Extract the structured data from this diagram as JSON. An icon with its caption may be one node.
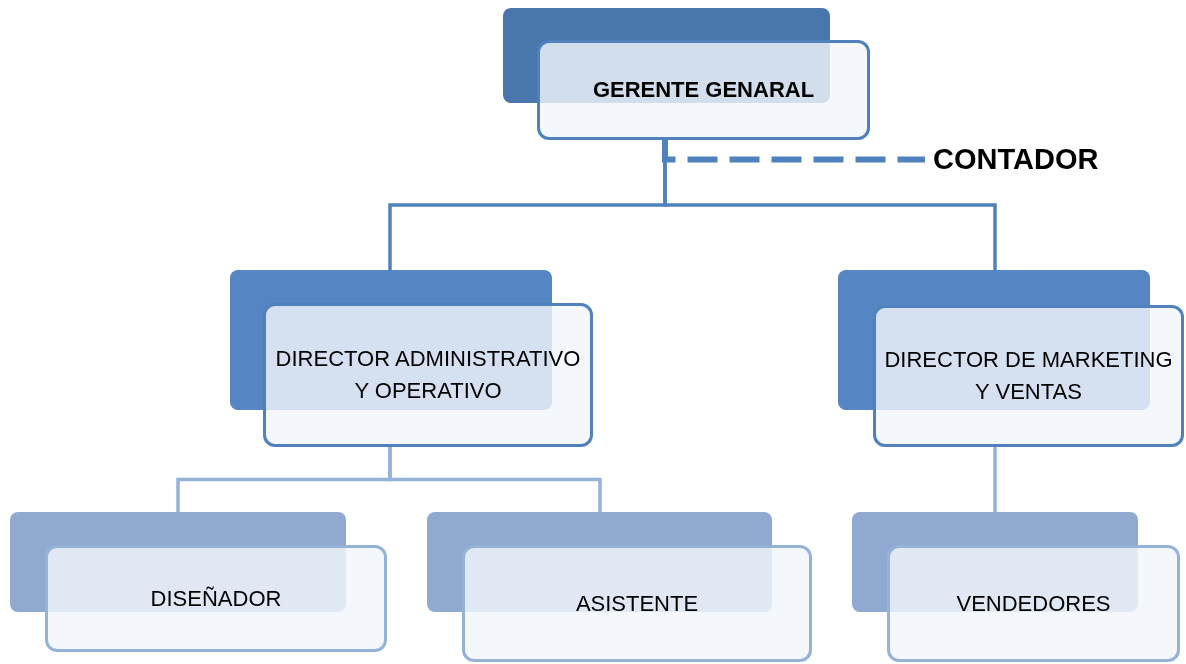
{
  "diagram": {
    "nodes": [
      {
        "text": [
          "GERENTE GENARAL"
        ]
      },
      {
        "text": [
          "CONTADOR"
        ]
      },
      {
        "text": [
          "DIRECTOR ADMINISTRATIVO Y OPERATIVO"
        ]
      },
      {
        "text": [
          "DIRECTOR DE MARKETING Y VENTAS"
        ]
      },
      {
        "text": [
          "DISEÑADOR"
        ]
      },
      {
        "text": [
          "ASISTENTE"
        ]
      },
      {
        "text": [
          "VENDEDORES"
        ]
      }
    ],
    "edges": [
      {
        "from": 0,
        "to": 1,
        "arrow": "none",
        "style": "dashed"
      },
      {
        "from": 0,
        "to": 2,
        "arrow": "none"
      },
      {
        "from": 0,
        "to": 3,
        "arrow": "none"
      },
      {
        "from": 2,
        "to": 4,
        "arrow": "none",
        "color": "#95b3d7"
      },
      {
        "from": 2,
        "to": 5,
        "arrow": "none",
        "color": "#95b3d7"
      },
      {
        "from": 3,
        "to": 6,
        "arrow": "none",
        "color": "#95b3d7"
      }
    ]
  }
}
